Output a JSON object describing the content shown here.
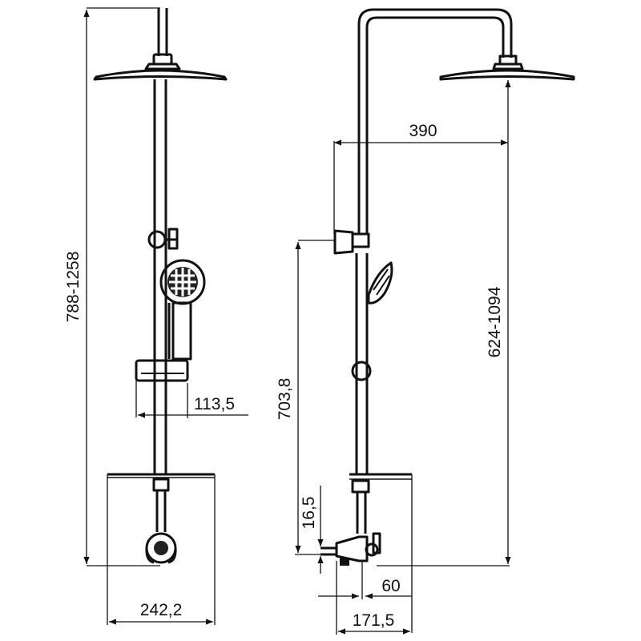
{
  "dimensions": {
    "total_height": "788-1258",
    "handshower_offset": "113,5",
    "tray_width": "242,2",
    "arm_reach": "390",
    "column_height": "624-1094",
    "holder_height": "703,8",
    "valve_offset": "16,5",
    "inlet_offset": "60",
    "valve_depth": "171,5"
  },
  "colors": {
    "line": "#111111",
    "background": "#ffffff"
  },
  "icons": [
    "arrow-head"
  ]
}
